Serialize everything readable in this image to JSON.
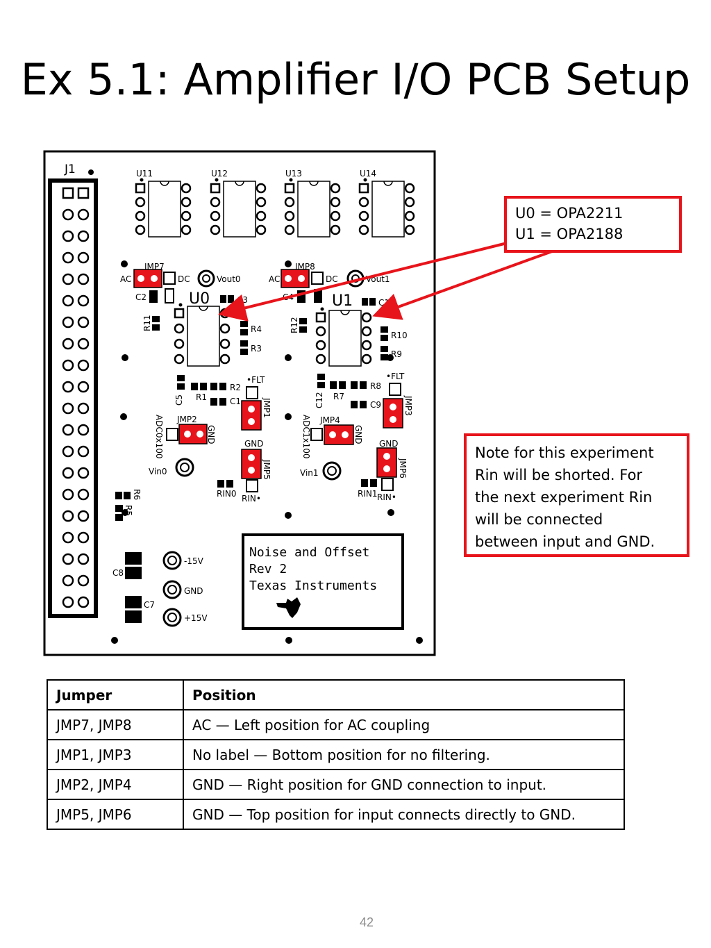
{
  "title": "Ex 5.1: Amplifier I/O PCB Setup",
  "pcb": {
    "header": "J1",
    "chips": [
      "U11",
      "U12",
      "U13",
      "U14"
    ],
    "amps": [
      "U0",
      "U1"
    ],
    "jumpers": {
      "jmp7": "JMP7",
      "jmp8": "JMP8",
      "jmp1": "JMP1",
      "jmp3": "JMP3",
      "jmp2": "JMP2",
      "jmp4": "JMP4",
      "jmp5": "JMP5",
      "jmp6": "JMP6"
    },
    "labels": {
      "ac": "AC",
      "dc": "DC",
      "vout0": "Vout0",
      "vout1": "Vout1",
      "flt": "•FLT",
      "gnd": "GND",
      "rin": "RIN•",
      "rin0": "RIN0",
      "rin1": "RIN1",
      "vin0": "Vin0",
      "vin1": "Vin1",
      "adc0": "ADC0x100",
      "adc1": "ADC1x100",
      "neg15": "-15V",
      "gnd_pin": "GND",
      "pos15": "+15V"
    },
    "components": {
      "c1": "C1",
      "c2": "C2",
      "c3": "C3",
      "c4": "C4",
      "c5": "C5",
      "c7": "C7",
      "c8": "C8",
      "c9": "C9",
      "c10": "C10",
      "c12": "C12",
      "r1": "R1",
      "r2": "R2",
      "r3": "R3",
      "r4": "R4",
      "r5": "R5",
      "r6": "R6",
      "r7": "R7",
      "r8": "R8",
      "r9": "R9",
      "r10": "R10",
      "r11": "R11",
      "r12": "R12"
    },
    "board_text": [
      "Noise and Offset",
      "Rev 2",
      "Texas Instruments"
    ]
  },
  "callout_parts": [
    "U0 = OPA2211",
    "U1 = OPA2188"
  ],
  "callout_note": [
    "Note for this experiment",
    "Rin will be shorted.  For",
    "the next experiment Rin",
    "will be connected",
    "between input and GND."
  ],
  "table": {
    "headers": [
      "Jumper",
      "Position"
    ],
    "rows": [
      [
        "JMP7, JMP8",
        "AC — Left position for AC coupling"
      ],
      [
        "JMP1, JMP3",
        "No label — Bottom position for no filtering."
      ],
      [
        "JMP2, JMP4",
        "GND — Right position for GND connection to input."
      ],
      [
        "JMP5, JMP6",
        "GND — Top position for input connects directly to GND."
      ]
    ]
  },
  "page_number": "42",
  "colors": {
    "highlight": "#e8141b",
    "ink": "#000000"
  }
}
